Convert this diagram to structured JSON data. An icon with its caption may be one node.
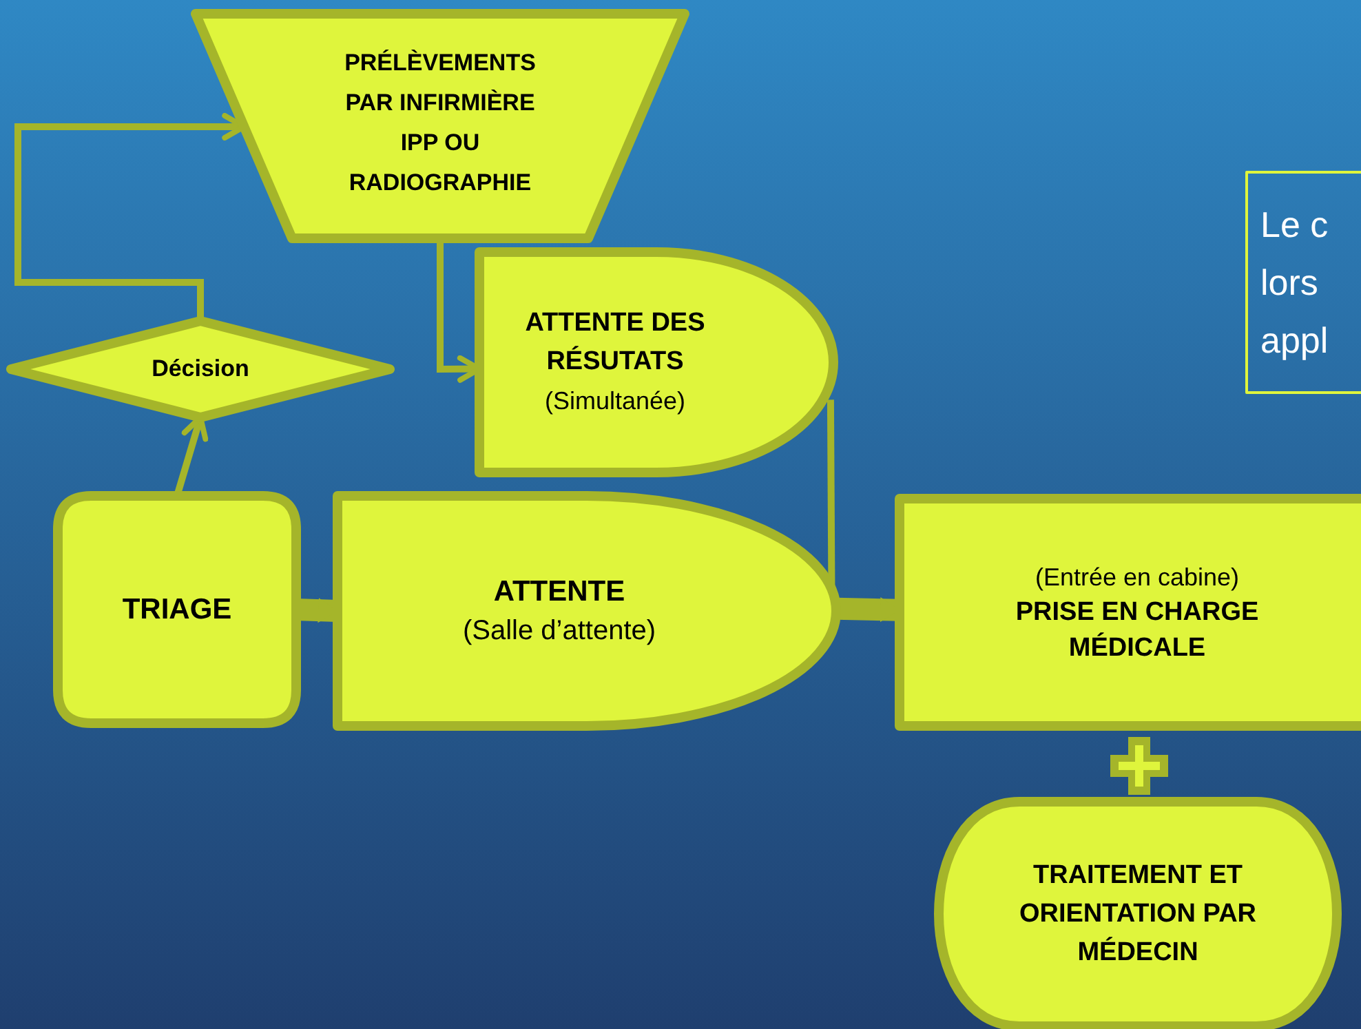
{
  "diagram": {
    "nodes": [
      {
        "text": [
          "PRÉLÈVEMENTS PAR INFIRMIÈRE IPP OU RADIOGRAPHIE"
        ]
      },
      {
        "text": [
          "Le c lors appl"
        ]
      },
      {
        "text": [
          "ATTENTE DES RÉSUTATS",
          "(Simultanée)"
        ]
      },
      {
        "text": [
          "Décision"
        ]
      },
      {
        "text": [
          "TRIAGE"
        ]
      },
      {
        "text": [
          "ATTENTE",
          "(Salle d’attente)"
        ]
      },
      {
        "text": [
          "(Entrée en cabine)",
          "PRISE EN CHARGE MÉDICALE"
        ]
      },
      {
        "text": [
          "TRAITEMENT ET ORIENTATION PAR MÉDECIN"
        ]
      }
    ],
    "edges": [
      {
        "from": 3,
        "to": 0,
        "arrow": "to"
      },
      {
        "from": 4,
        "to": 3,
        "arrow": "to"
      },
      {
        "from": 0,
        "to": 2,
        "arrow": "to"
      },
      {
        "from": 4,
        "to": 5,
        "arrow": "to",
        "style": "thick"
      },
      {
        "from": 5,
        "to": 6,
        "arrow": "to",
        "style": "thick"
      },
      {
        "from": 2,
        "to": 5,
        "arrow": "none"
      }
    ]
  }
}
